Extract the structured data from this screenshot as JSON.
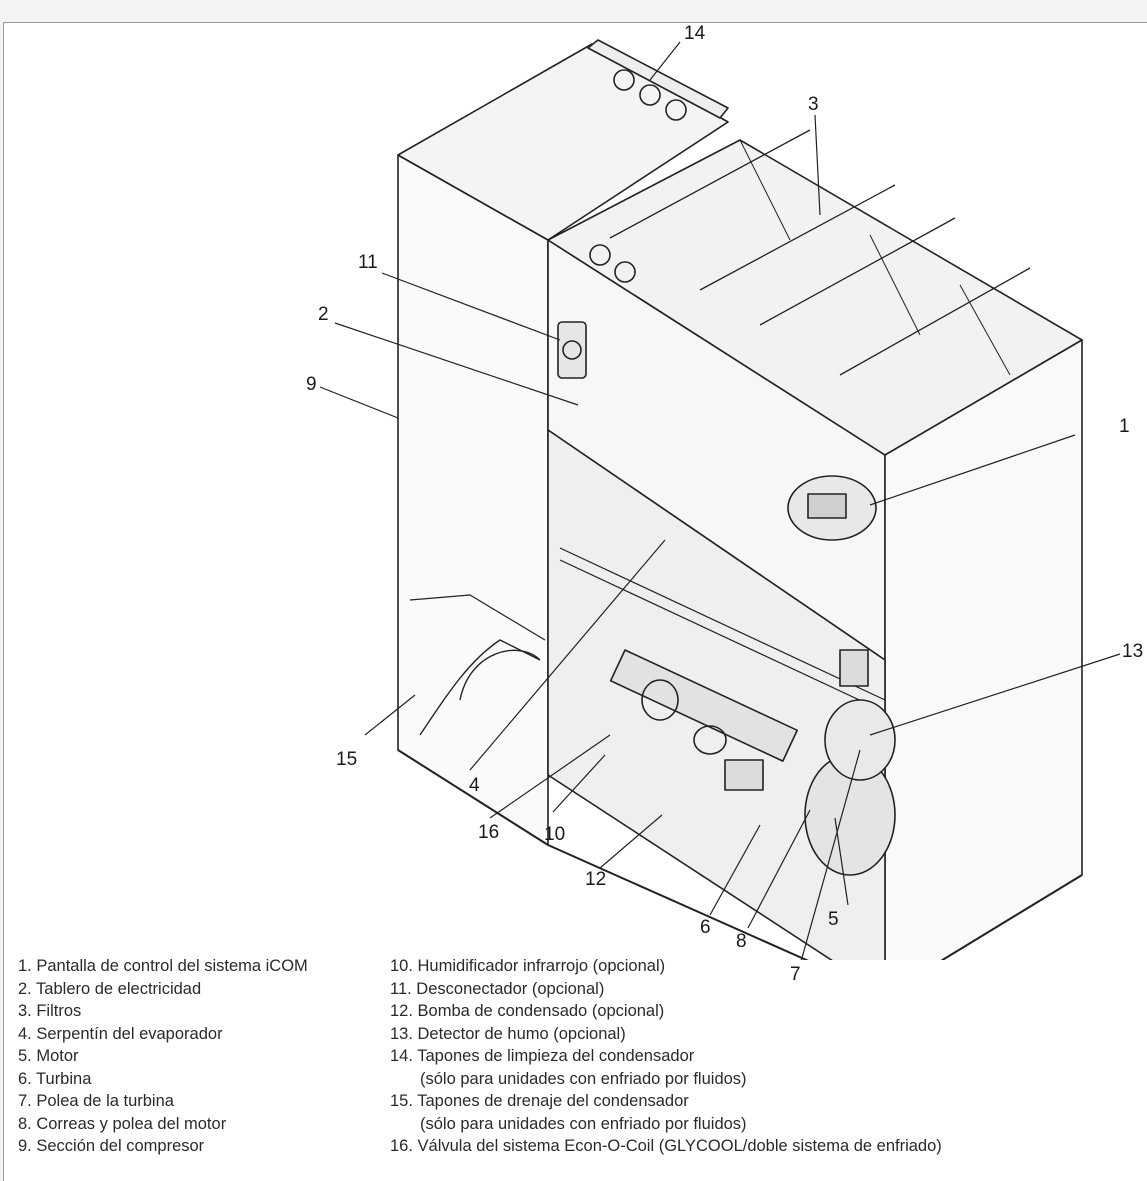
{
  "callouts": [
    "1",
    "2",
    "3",
    "4",
    "5",
    "6",
    "7",
    "8",
    "9",
    "10",
    "11",
    "12",
    "13",
    "14",
    "15",
    "16"
  ],
  "legend_left": [
    "1. Pantalla de control del sistema iCOM",
    "2. Tablero de electricidad",
    "3. Filtros",
    "4. Serpentín del evaporador",
    "5. Motor",
    "6. Turbina",
    "7. Polea de la turbina",
    "8. Correas y polea del motor",
    "9. Sección del compresor"
  ],
  "legend_right": [
    {
      "text": "10. Humidificador infrarrojo (opcional)"
    },
    {
      "text": "11. Desconectador (opcional)"
    },
    {
      "text": "12. Bomba de condensado (opcional)"
    },
    {
      "text": "13. Detector de humo (opcional)"
    },
    {
      "text": "14. Tapones de limpieza del condensador",
      "note": "(sólo para unidades con enfriado por fluidos)"
    },
    {
      "text": "15. Tapones de drenaje del condensador",
      "note": "(sólo para unidades con enfriado por fluidos)"
    },
    {
      "text": "16. Válvula del sistema Econ-O-Coil (GLYCOOL/doble sistema de enfriado)"
    }
  ]
}
